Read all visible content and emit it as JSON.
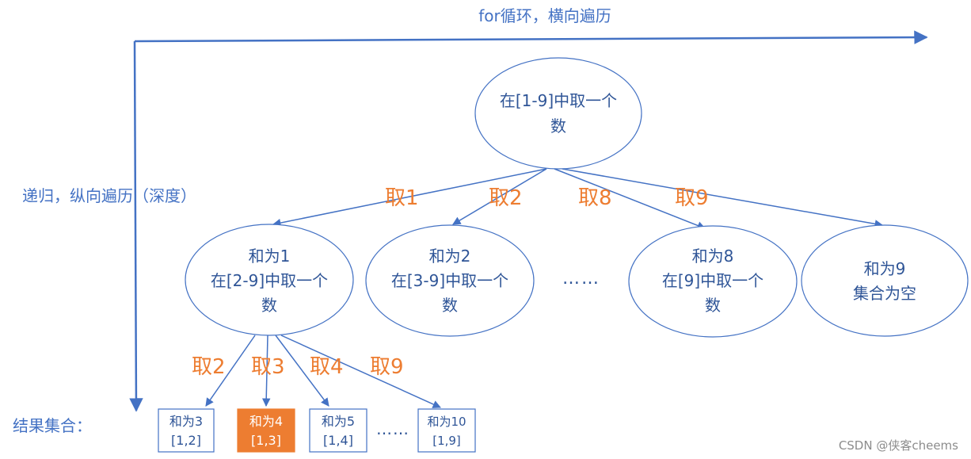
{
  "labels": {
    "for_loop": "for循环，横向遍历",
    "recursion": "递归，纵向遍历（深度）",
    "result_set": "结果集合："
  },
  "root": {
    "line1": "在[1-9]中取一个",
    "line2": "数"
  },
  "level1": [
    {
      "line1": "和为1",
      "line2": "在[2-9]中取一个",
      "line3": "数"
    },
    {
      "line1": "和为2",
      "line2": "在[3-9]中取一个",
      "line3": "数"
    },
    {
      "line1": "和为8",
      "line2": "在[9]中取一个",
      "line3": "数"
    },
    {
      "line1": "和为9",
      "line2": "集合为空"
    }
  ],
  "edges_top": [
    "取1",
    "取2",
    "取8",
    "取9"
  ],
  "edges_bottom": [
    "取2",
    "取3",
    "取4",
    "取9"
  ],
  "ellipsis_mid": "……",
  "ellipsis_bottom": "……",
  "results": [
    {
      "line1": "和为3",
      "line2": "[1,2]",
      "highlight": false
    },
    {
      "line1": "和为4",
      "line2": "[1,3]",
      "highlight": true
    },
    {
      "line1": "和为5",
      "line2": "[1,4]",
      "highlight": false
    },
    {
      "line1": "和为10",
      "line2": "[1,9]",
      "highlight": false
    }
  ],
  "watermark": "CSDN @侠客cheems",
  "colors": {
    "line": "#4472c4",
    "text": "#2f5597",
    "orange": "#ed7d31"
  }
}
